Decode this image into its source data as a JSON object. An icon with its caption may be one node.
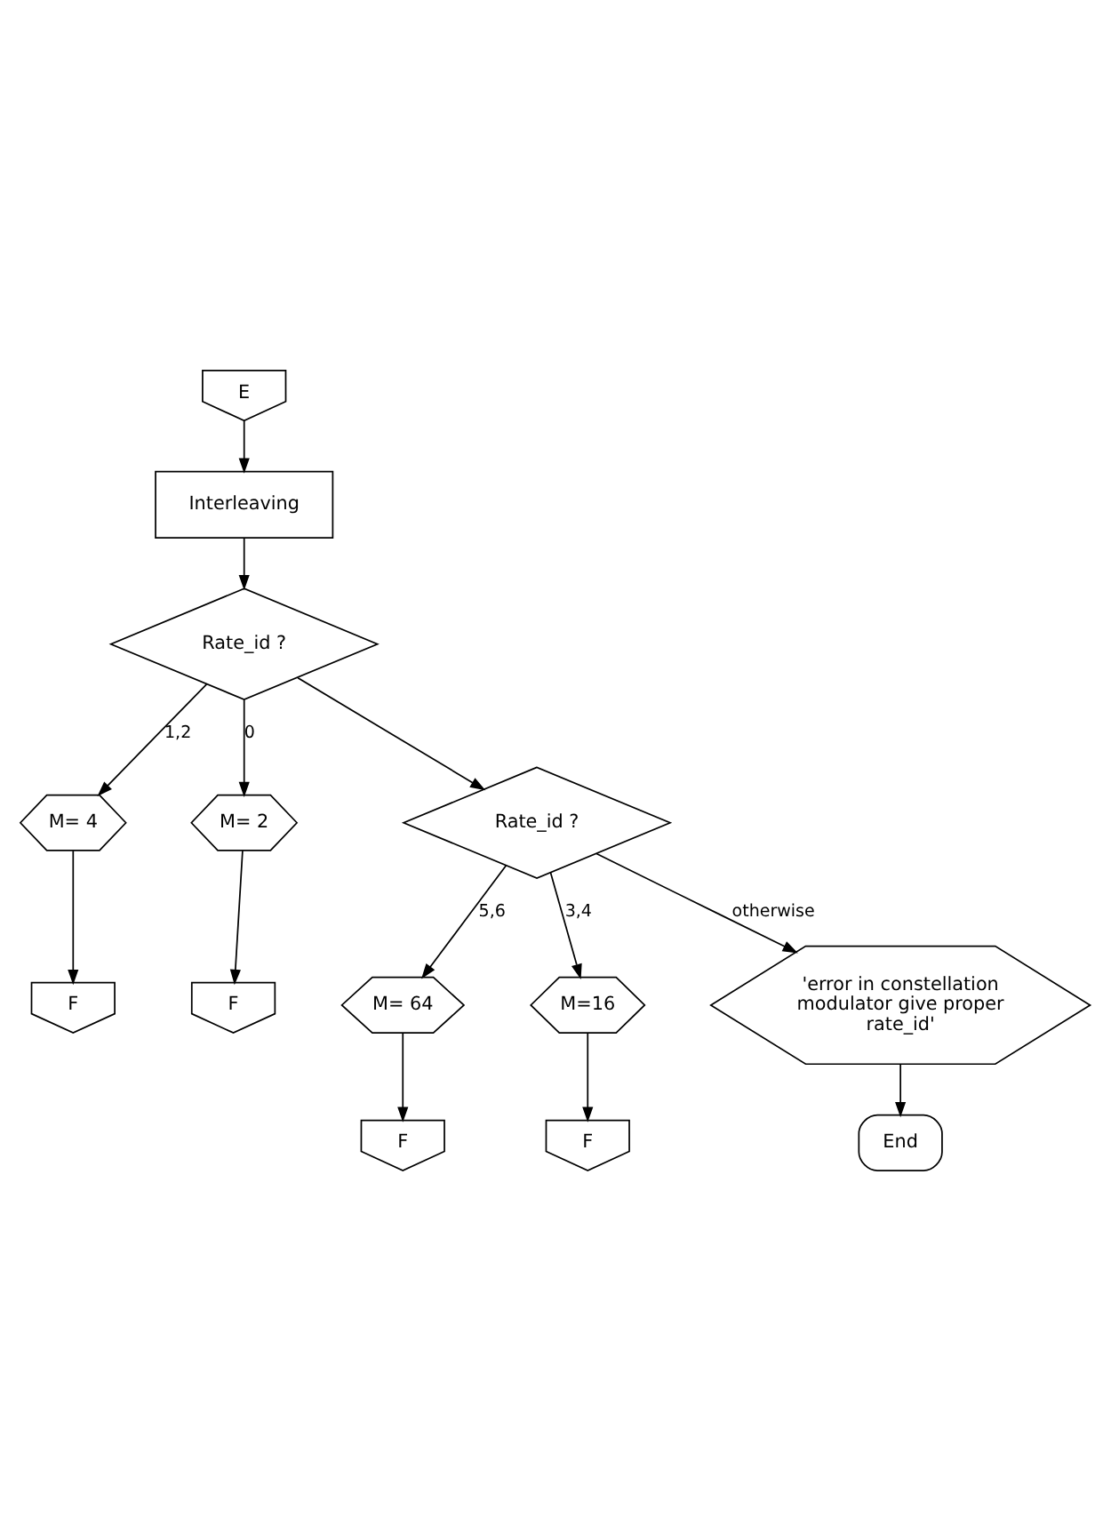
{
  "diagram": {
    "nodes": [
      {
        "text": [
          "E"
        ]
      },
      {
        "text": [
          "Interleaving"
        ]
      },
      {
        "text": [
          "Rate_id ?"
        ]
      },
      {
        "text": [
          "M= 4"
        ]
      },
      {
        "text": [
          "F"
        ]
      },
      {
        "text": [
          "M= 2"
        ]
      },
      {
        "text": [
          "F"
        ]
      },
      {
        "text": [
          "Rate_id ?"
        ]
      },
      {
        "text": [
          "M= 64"
        ]
      },
      {
        "text": [
          "F"
        ]
      },
      {
        "text": [
          "M=16"
        ]
      },
      {
        "text": [
          "F"
        ]
      },
      {
        "text": [
          "'error in constellation modulator give proper rate_id'"
        ]
      },
      {
        "text": [
          "End"
        ]
      }
    ],
    "edges": [
      {
        "from": 0,
        "to": 1,
        "arrow": "to"
      },
      {
        "from": 1,
        "to": 2,
        "arrow": "to"
      },
      {
        "from": 2,
        "to": 3,
        "label": "1,2",
        "arrow": "to"
      },
      {
        "from": 2,
        "to": 5,
        "label": "0",
        "arrow": "to"
      },
      {
        "from": 3,
        "to": 4,
        "arrow": "to"
      },
      {
        "from": 5,
        "to": 6,
        "arrow": "to"
      },
      {
        "from": 2,
        "to": 7,
        "arrow": "to"
      },
      {
        "from": 7,
        "to": 8,
        "label": "5,6",
        "arrow": "to"
      },
      {
        "from": 7,
        "to": 10,
        "label": "3,4",
        "arrow": "to"
      },
      {
        "from": 7,
        "to": 12,
        "label": "otherwise",
        "arrow": "to"
      },
      {
        "from": 8,
        "to": 9,
        "arrow": "to"
      },
      {
        "from": 10,
        "to": 11,
        "arrow": "to"
      },
      {
        "from": 12,
        "to": 13,
        "arrow": "to"
      }
    ]
  }
}
